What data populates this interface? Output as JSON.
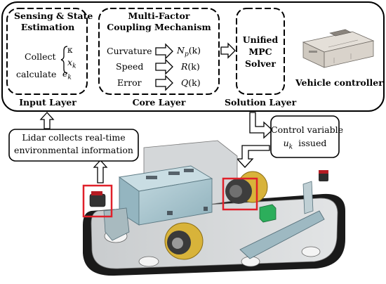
{
  "input_layer": {
    "title_line1": "Sensing & State",
    "title_line2": "Estimation",
    "collect_label": "Collect",
    "var_kappa": "κ",
    "var_x": "x",
    "var_x_sub": "k",
    "calculate_label": "calculate",
    "var_e": "e",
    "var_e_sub": "k",
    "layer_label": "Input Layer"
  },
  "core_layer": {
    "title_line1": "Multi-Factor",
    "title_line2": "Coupling Mechanism",
    "rows": [
      {
        "factor": "Curvature",
        "param": "N",
        "param_sub": "p",
        "param_arg": "(k)"
      },
      {
        "factor": "Speed",
        "param": "R",
        "param_sub": "",
        "param_arg": "(k)"
      },
      {
        "factor": "Error",
        "param": "Q",
        "param_sub": "",
        "param_arg": "(k)"
      }
    ],
    "layer_label": "Core Layer"
  },
  "solution_layer": {
    "title_line1": "Unified",
    "title_line2": "MPC",
    "title_line3": "Solver",
    "layer_label": "Solution Layer"
  },
  "vehicle_controller_label": "Vehicle controller",
  "lidar_box": {
    "line1": "Lidar collects real-time",
    "line2": "environmental information"
  },
  "control_box": {
    "line1": "Control variable",
    "var_u": "u",
    "var_u_sub": "k",
    "issued": "issued"
  },
  "colors": {
    "highlight_red": "#e0202a",
    "robot_body": "#a9c6cf",
    "wheel_yellow": "#d8b33a",
    "frame_black": "#1a1a1a",
    "green_box": "#2cae5b"
  }
}
